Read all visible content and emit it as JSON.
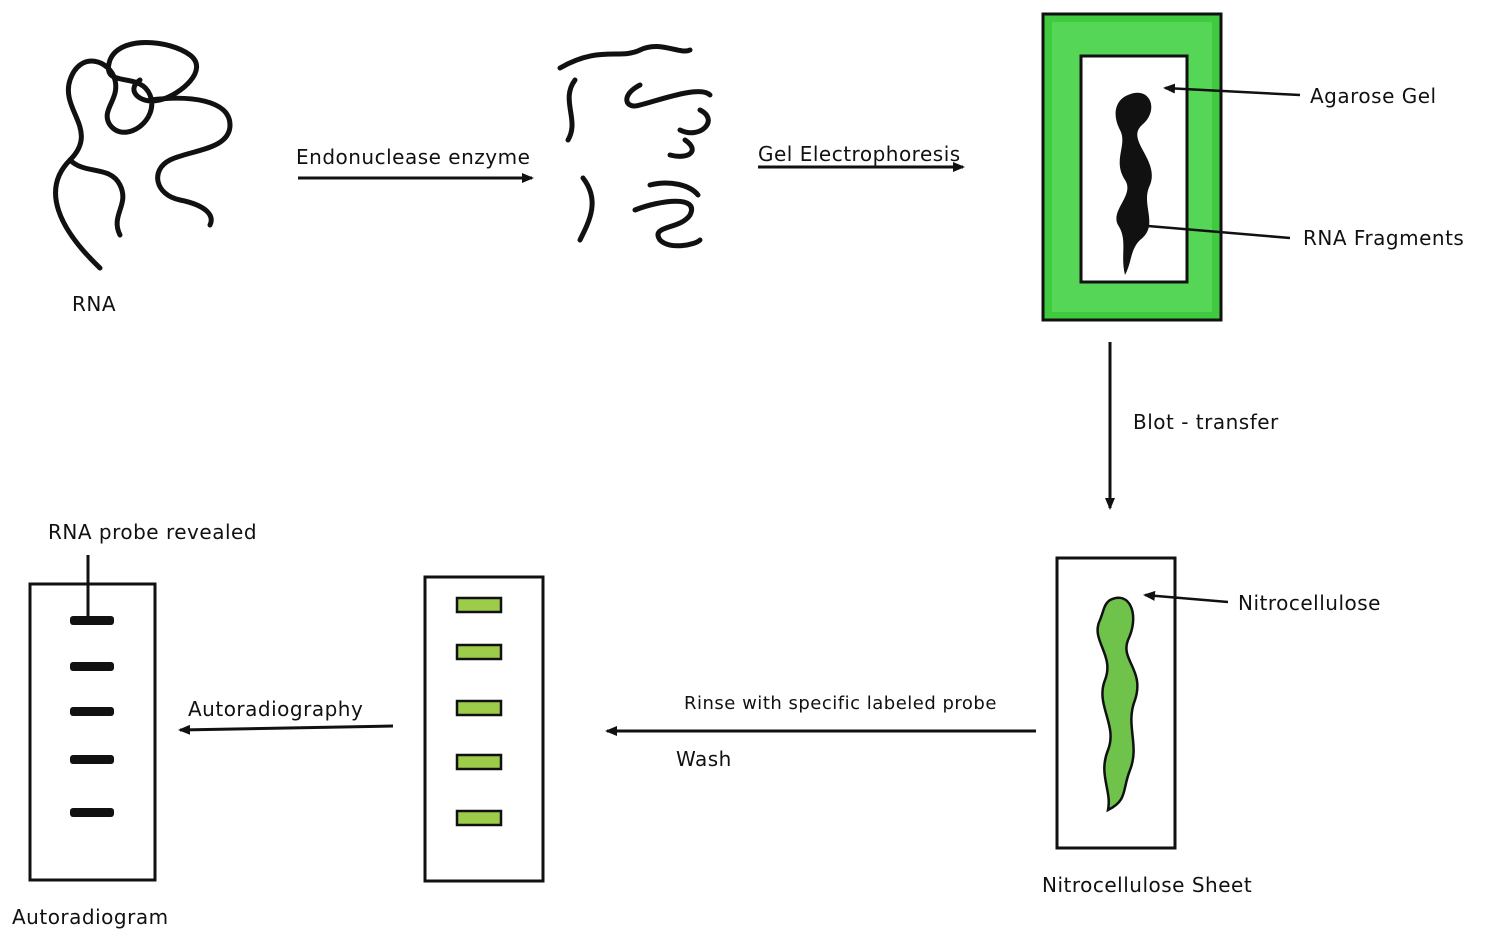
{
  "labels": {
    "rna": "RNA",
    "endonuclease": "Endonuclease enzyme",
    "gel_electrophoresis": "Gel Electrophoresis",
    "agarose_gel": "Agarose Gel",
    "rna_fragments": "RNA Fragments",
    "blot_transfer": "Blot - transfer",
    "nitrocellulose": "Nitrocellulose",
    "nitrocellulose_sheet": "Nitrocellulose Sheet",
    "rinse": "Rinse with specific labeled probe",
    "wash": "Wash",
    "autoradiography": "Autoradiography",
    "rna_probe_revealed": "RNA probe revealed",
    "autoradiogram": "Autoradiogram"
  },
  "colors": {
    "gel_frame": "#3fca3f",
    "gel_frame_light": "#56d656",
    "nitro_smear": "#6fc24a",
    "band_fill": "#9ccc4a",
    "ink": "#111111"
  },
  "bands": {
    "probe_band_count": 5,
    "autoradiogram_band_count": 5
  }
}
